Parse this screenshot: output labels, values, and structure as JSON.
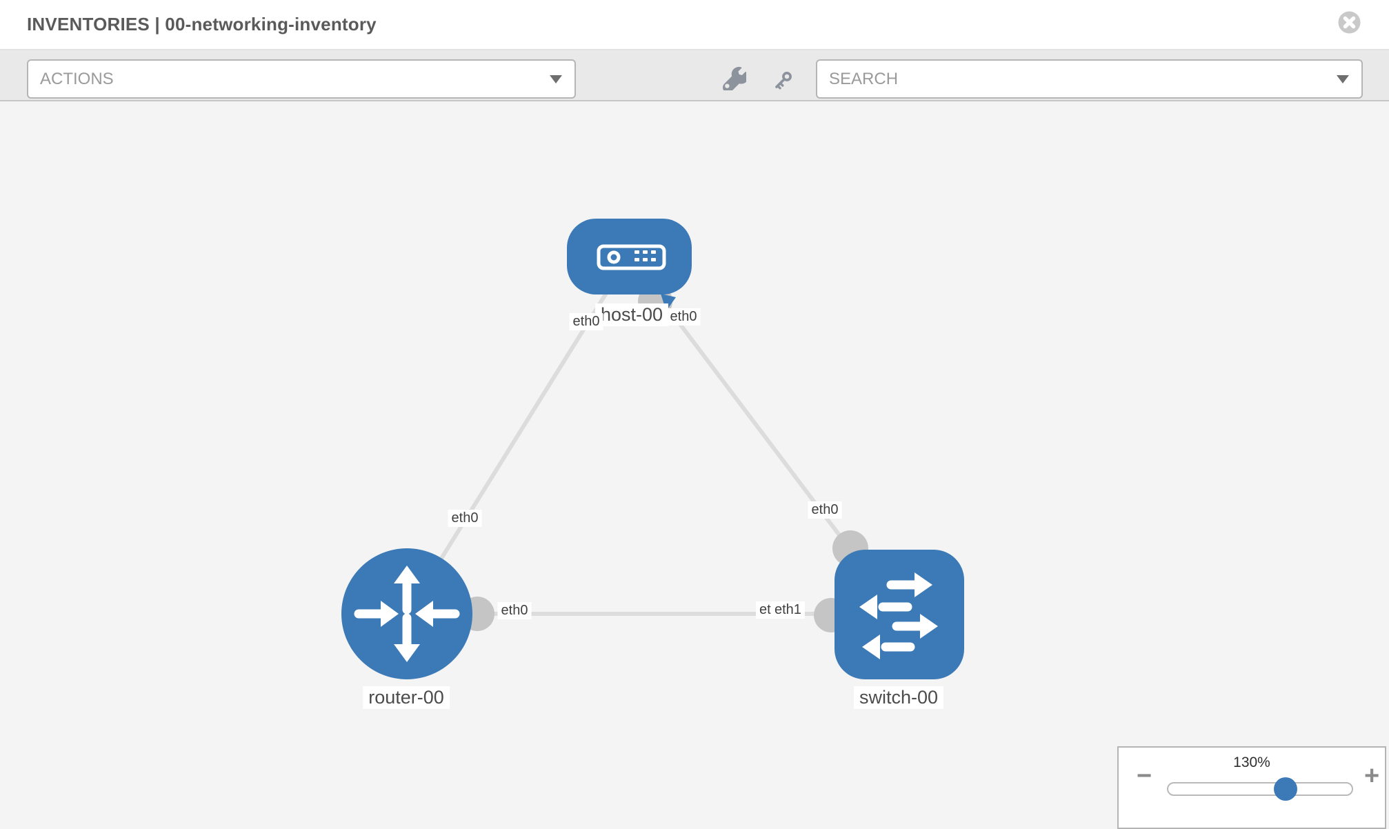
{
  "header": {
    "title": "INVENTORIES | 00-networking-inventory",
    "close_icon": "x-circle"
  },
  "toolbar": {
    "actions_label": "ACTIONS",
    "search_placeholder": "SEARCH",
    "icons": [
      "wrench-icon",
      "key-icon"
    ]
  },
  "topology": {
    "nodes": [
      {
        "id": "host-00",
        "type": "host",
        "label": "host-00"
      },
      {
        "id": "router-00",
        "type": "router",
        "label": "router-00"
      },
      {
        "id": "switch-00",
        "type": "switch",
        "label": "switch-00"
      }
    ],
    "links": [
      {
        "from": "host-00",
        "to": "router-00",
        "from_if": "eth0",
        "to_if": "eth0"
      },
      {
        "from": "host-00",
        "to": "switch-00",
        "from_if": "eth0",
        "to_if": "eth0"
      },
      {
        "from": "router-00",
        "to": "switch-00",
        "from_if": "eth0",
        "to_if": "eth1"
      }
    ],
    "interface_labels": {
      "host_left": "eth0",
      "host_right": "eth0",
      "router_top": "eth0",
      "switch_top": "eth0",
      "router_right": "eth0",
      "switch_left_back": "eth0",
      "switch_left_front": "eth1"
    }
  },
  "zoom": {
    "level": "130%",
    "minus_label": "−",
    "plus_label": "+"
  },
  "colors": {
    "node_blue": "#3b7ab6",
    "link_gray": "#dcdcdc",
    "connector_gray": "#c5c5c5",
    "icon_gray": "#8d939d",
    "canvas_bg": "#f4f4f5",
    "toolbar_bg": "#e9e9e9"
  }
}
